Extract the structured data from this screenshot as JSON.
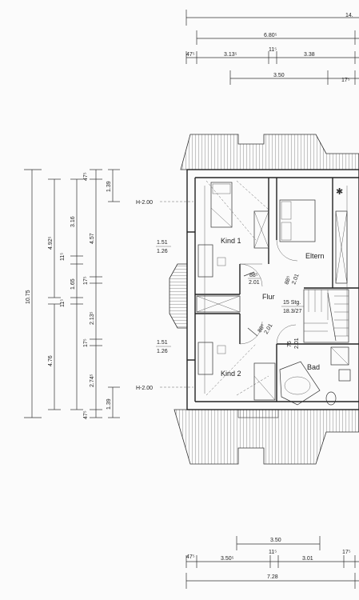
{
  "top_dimensions": {
    "overall": "14.",
    "width": "6.80⁵",
    "seg_a": "47⁵",
    "seg_b": "3.13⁵",
    "seg_c": "11⁵",
    "seg_d": "3.38",
    "inner": "3.50",
    "edge": "17⁵"
  },
  "left_dimensions": {
    "overall": "10.75",
    "d1": "4.92⁵",
    "d2": "4.76",
    "d3": "3.16",
    "d4": "11⁵",
    "d5": "1.65",
    "d6": "11⁵",
    "d7": "4.57",
    "d8": "17⁵",
    "d9": "2.13⁵",
    "d10": "17⁵",
    "d11": "2.74⁵",
    "d12": "47⁵",
    "d13": "1.39",
    "d14": "47⁵",
    "d15": "1.39"
  },
  "heights": {
    "top": "H-2.00",
    "bottom": "H-2.00"
  },
  "window_dims": {
    "upper_a": "1.51",
    "upper_b": "1.26",
    "lower_a": "1.51",
    "lower_b": "1.26"
  },
  "rooms": {
    "kind1": "Kind 1",
    "eltern": "Eltern",
    "flur": "Flur",
    "kind2": "Kind 2",
    "bad": "Bad"
  },
  "door_dims": {
    "d1_a": "88⁵",
    "d1_b": "2.01",
    "d2_a": "88⁵",
    "d2_b": "2.01",
    "d3_a": "88⁵",
    "d3_b": "2.01",
    "d4_a": "76",
    "d4_b": "2.01"
  },
  "stair": {
    "steps": "15 Stg.",
    "ratio": "18.3/27"
  },
  "bottom_dimensions": {
    "inner": "3.50",
    "seg_a": "47⁵",
    "seg_b": "3.50⁵",
    "seg_c": "11⁵",
    "seg_d": "3.01",
    "edge": "17⁵",
    "width": "7.28"
  }
}
